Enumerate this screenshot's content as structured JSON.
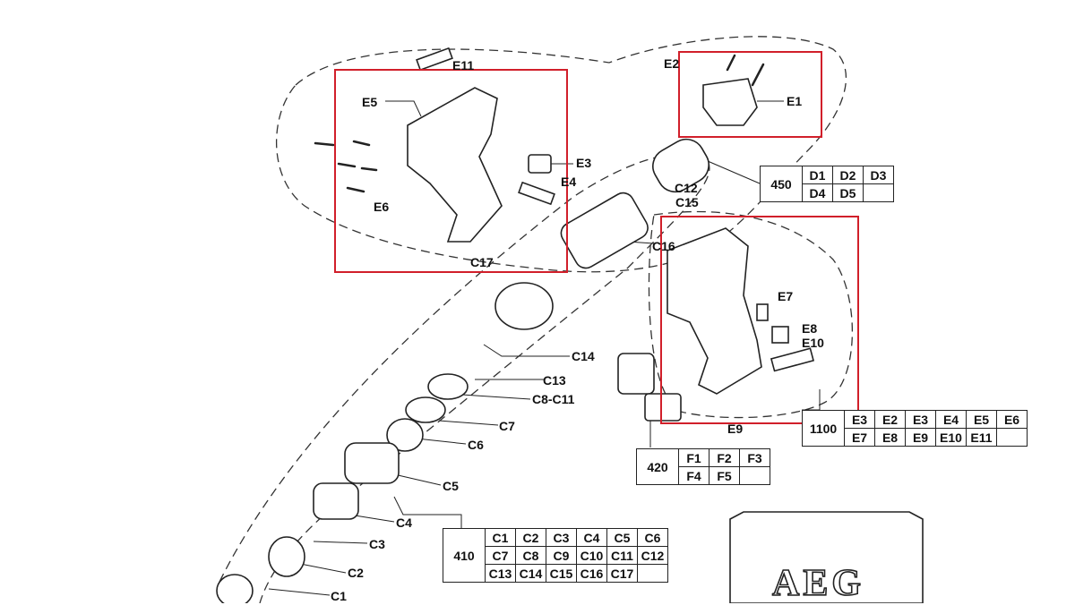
{
  "labels": {
    "E11": "E11",
    "E5": "E5",
    "E6": "E6",
    "E3": "E3",
    "E4": "E4",
    "E2": "E2",
    "E1": "E1",
    "C12": "C12",
    "C15": "C15",
    "C16": "C16",
    "C17": "C17",
    "C14": "C14",
    "C13": "C13",
    "C8_C11": "C8-C11",
    "C7": "C7",
    "C6": "C6",
    "C5": "C5",
    "C4": "C4",
    "C3": "C3",
    "C2": "C2",
    "C1": "C1",
    "E7": "E7",
    "E8": "E8",
    "E10": "E10",
    "E9": "E9"
  },
  "tables": {
    "t450": {
      "num": "450",
      "row1": [
        "D1",
        "D2",
        "D3"
      ],
      "row2": [
        "D4",
        "D5",
        ""
      ]
    },
    "t1100": {
      "num": "1100",
      "row1": [
        "E3",
        "E2",
        "E3",
        "E4",
        "E5",
        "E6"
      ],
      "row2": [
        "E7",
        "E8",
        "E9",
        "E10",
        "E11",
        ""
      ]
    },
    "t420": {
      "num": "420",
      "row1": [
        "F1",
        "F2",
        "F3"
      ],
      "row2": [
        "F4",
        "F5",
        ""
      ]
    },
    "t410": {
      "num": "410",
      "row1": [
        "C1",
        "C2",
        "C3",
        "C4",
        "C5",
        "C6"
      ],
      "row2": [
        "C7",
        "C8",
        "C9",
        "C10",
        "C11",
        "C12"
      ],
      "row3": [
        "C13",
        "C14",
        "C15",
        "C16",
        "C17",
        ""
      ]
    }
  },
  "logo_text": "AEG",
  "colors": {
    "highlight": "#d11f2a",
    "ink": "#222222"
  }
}
